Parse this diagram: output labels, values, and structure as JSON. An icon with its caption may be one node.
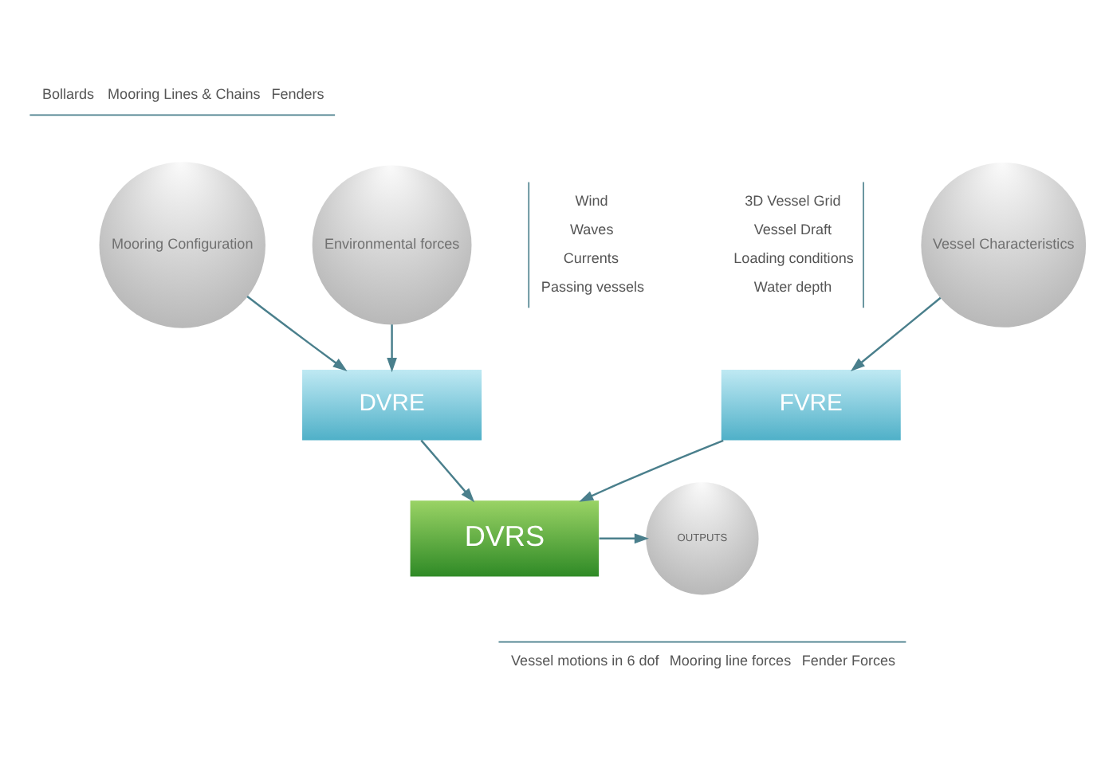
{
  "diagram": {
    "nodes": [
      {
        "text": [
          "Vessel Characteristics"
        ],
        "beside": [
          "3D Vessel Grid",
          "Vessel Draft",
          "Loading conditions",
          "Water depth"
        ]
      },
      {
        "text": [
          "Mooring Configuration"
        ],
        "beside": [
          "Bollards",
          "Mooring Lines & Chains",
          "Fenders"
        ]
      },
      {
        "text": [
          "Environmental forces"
        ],
        "beside": [
          "Wind",
          "Waves",
          "Currents",
          "Passing vessels"
        ]
      },
      {
        "text": [
          "FVRE"
        ]
      },
      {
        "text": [
          "DVRE"
        ]
      },
      {
        "text": [
          "DVRS"
        ]
      },
      {
        "text": [
          "OUTPUTS"
        ],
        "beside": [
          "Vessel motions in 6 dof",
          "Mooring line forces",
          "Fender Forces"
        ]
      }
    ],
    "edges": [
      {
        "from": 0,
        "to": 3,
        "arrow": "to"
      },
      {
        "from": 1,
        "to": 4,
        "arrow": "to"
      },
      {
        "from": 2,
        "to": 4,
        "arrow": "to"
      },
      {
        "from": 3,
        "to": 5,
        "arrow": "to"
      },
      {
        "from": 4,
        "to": 5,
        "arrow": "to"
      },
      {
        "from": 5,
        "to": 6,
        "arrow": "to"
      }
    ]
  }
}
